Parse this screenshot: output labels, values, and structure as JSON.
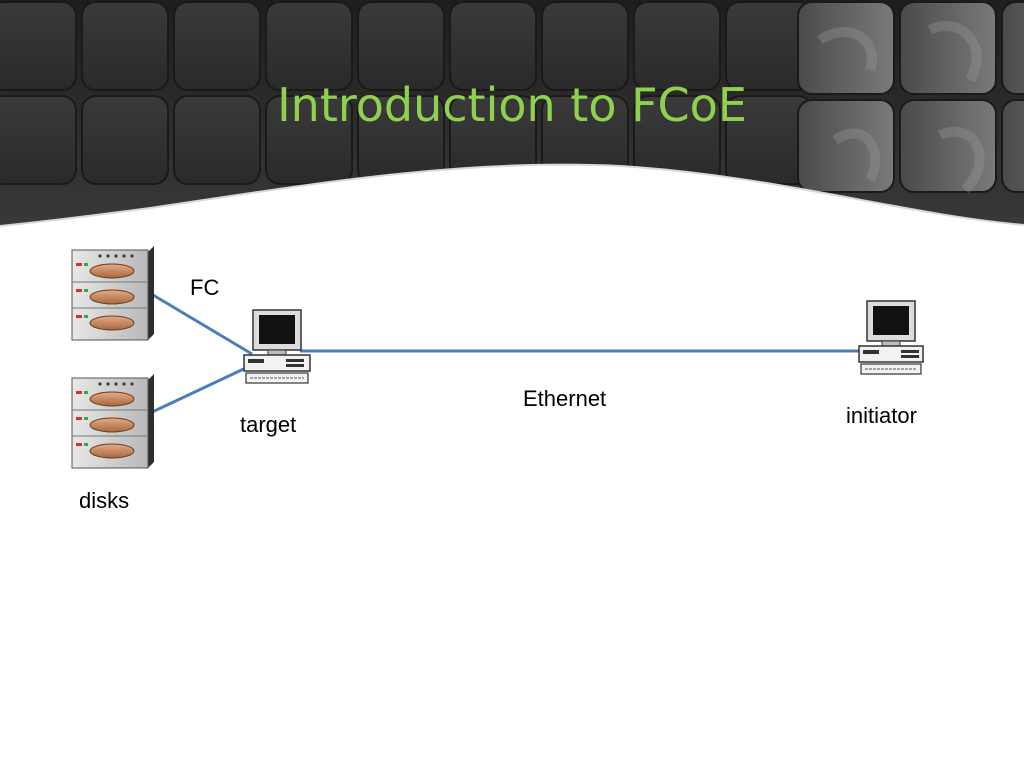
{
  "slide": {
    "title": "Introduction to FCoE"
  },
  "diagram": {
    "labels": {
      "fc": "FC",
      "ethernet": "Ethernet",
      "target": "target",
      "initiator": "initiator",
      "disks": "disks"
    },
    "nodes": [
      {
        "id": "disk-1",
        "icon": "disk-array-icon"
      },
      {
        "id": "disk-2",
        "icon": "disk-array-icon"
      },
      {
        "id": "target",
        "icon": "computer-icon"
      },
      {
        "id": "initiator",
        "icon": "computer-icon"
      }
    ],
    "links": [
      {
        "from": "disk-1",
        "to": "target",
        "type": "FC"
      },
      {
        "from": "disk-2",
        "to": "target",
        "type": "FC"
      },
      {
        "from": "target",
        "to": "initiator",
        "type": "Ethernet"
      }
    ],
    "colors": {
      "title": "#8fd14f",
      "link": "#4a7ebb",
      "disk_platter": "#c98d62"
    }
  }
}
